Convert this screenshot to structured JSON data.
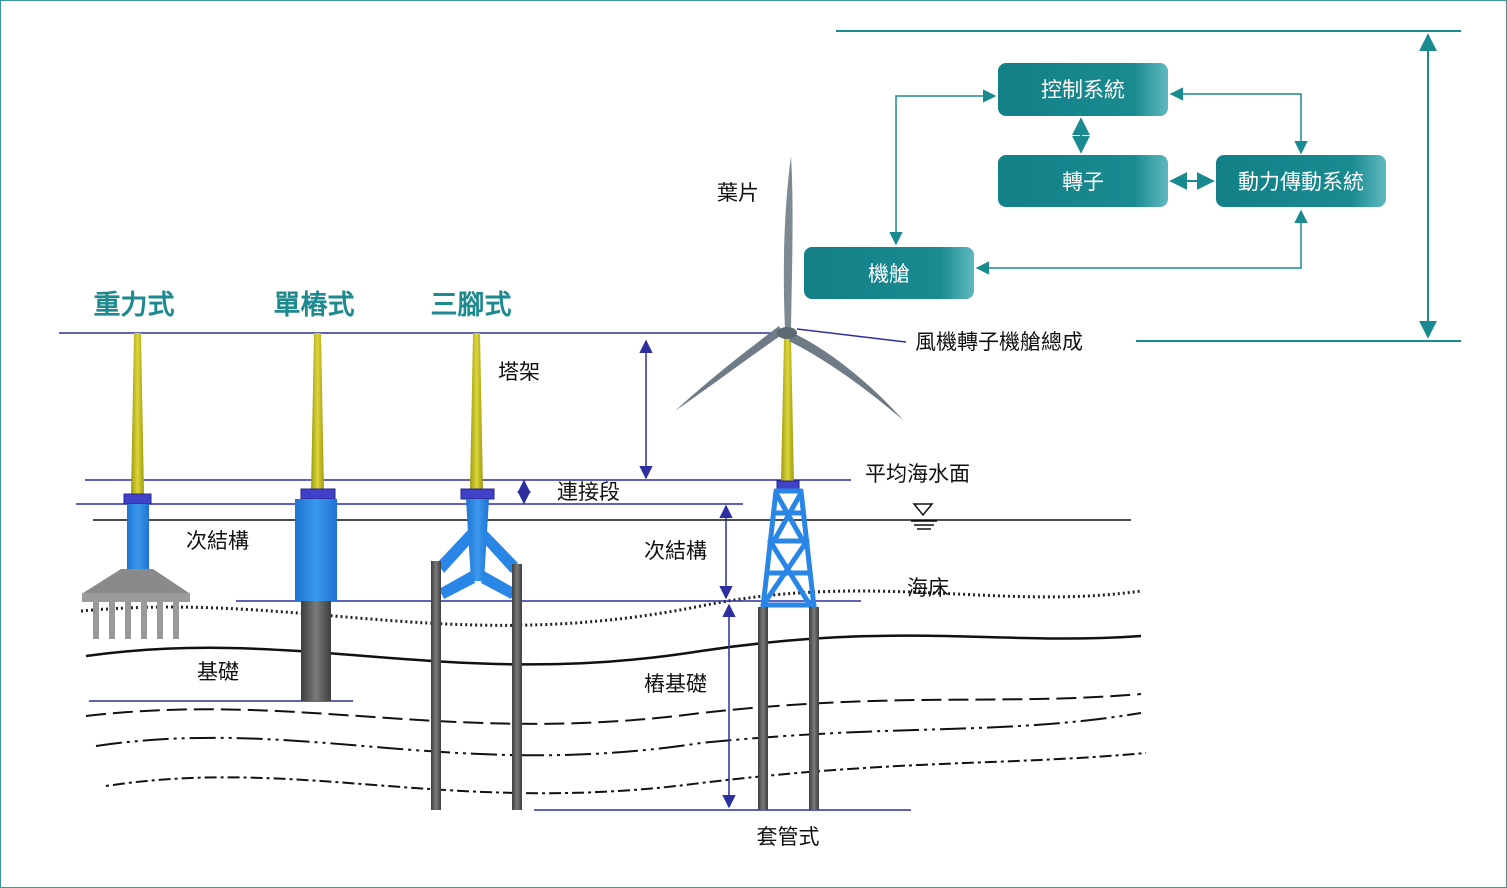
{
  "colors": {
    "teal": "#1a8a91",
    "box": "#17848c",
    "navy": "#2b2fa0",
    "tower_yellow": "#c8c21e",
    "sub_blue": "#2a86e6",
    "pile_gray": "#555555"
  },
  "foundation_types": {
    "gravity": "重力式",
    "monopile": "單樁式",
    "tripod": "三腳式",
    "jacket": "套管式"
  },
  "labels": {
    "blade": "葉片",
    "rna": "風機轉子機艙總成",
    "tower": "塔架",
    "transition": "連接段",
    "msl": "平均海水面",
    "substructure_left": "次結構",
    "substructure_right": "次結構",
    "seabed": "海床",
    "foundation": "基礎",
    "pile_foundation": "樁基礎"
  },
  "system_boxes": {
    "control": "控制系統",
    "rotor": "轉子",
    "drivetrain": "動力傳動系統",
    "nacelle": "機艙"
  }
}
